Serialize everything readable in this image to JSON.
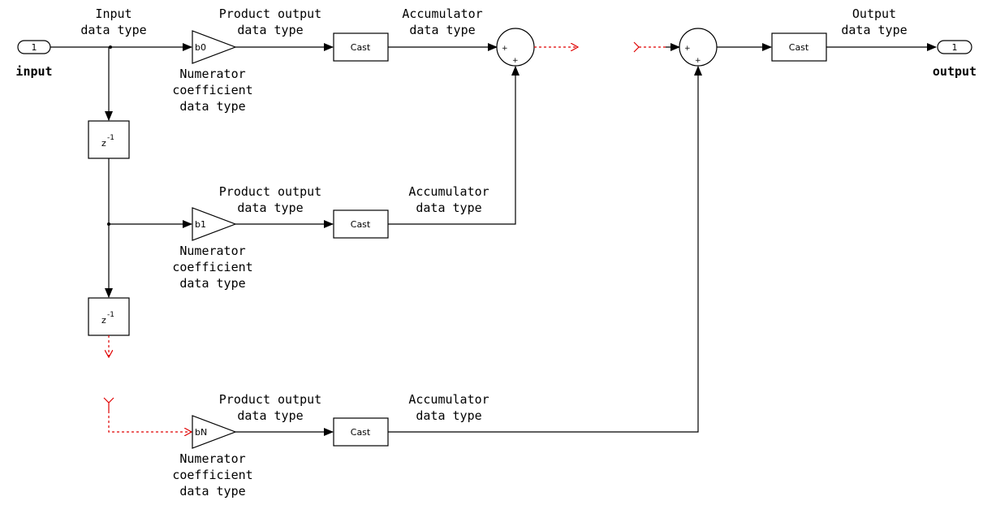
{
  "ports": {
    "input": {
      "number": "1",
      "label": "input"
    },
    "output": {
      "number": "1",
      "label": "output"
    }
  },
  "labels": {
    "input_dt": [
      "Input",
      "data type"
    ],
    "product_dt": [
      "Product output",
      "data type"
    ],
    "accumulator_dt": [
      "Accumulator",
      "data type"
    ],
    "numerator_dt": [
      "Numerator",
      "coefficient",
      "data type"
    ],
    "output_dt": [
      "Output",
      "data type"
    ]
  },
  "blocks": {
    "cast": "Cast",
    "delay_base": "z",
    "delay_exp": "-1",
    "plus": "+"
  },
  "gains": [
    "b0",
    "b1",
    "bN"
  ]
}
